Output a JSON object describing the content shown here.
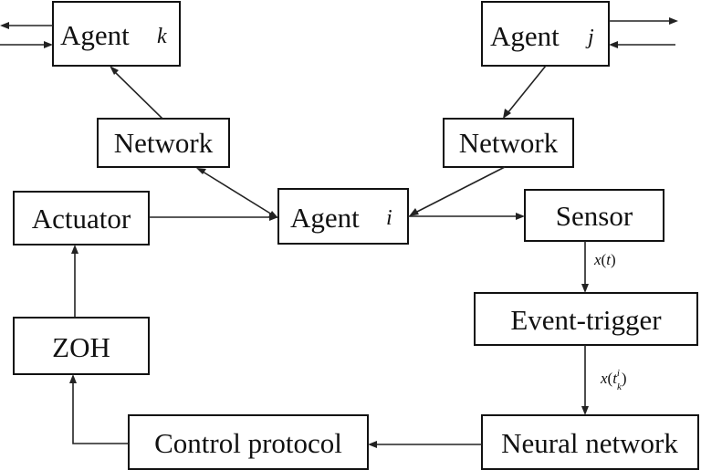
{
  "nodes": {
    "agent_k": {
      "label": "Agent",
      "index": "k"
    },
    "agent_j": {
      "label": "Agent",
      "index": "j"
    },
    "agent_i": {
      "label": "Agent",
      "index": "i"
    },
    "network_left": {
      "label": "Network"
    },
    "network_right": {
      "label": "Network"
    },
    "actuator": {
      "label": "Actuator"
    },
    "sensor": {
      "label": "Sensor"
    },
    "zoh": {
      "label": "ZOH"
    },
    "event_trigger": {
      "label": "Event-trigger"
    },
    "control_protocol": {
      "label": "Control protocol"
    },
    "neural_network": {
      "label": "Neural network"
    }
  },
  "signals": {
    "state": {
      "var": "x",
      "arg": "t"
    },
    "sampled_state": {
      "var": "x",
      "arg": "t",
      "sub": "k",
      "sup": "i"
    }
  }
}
